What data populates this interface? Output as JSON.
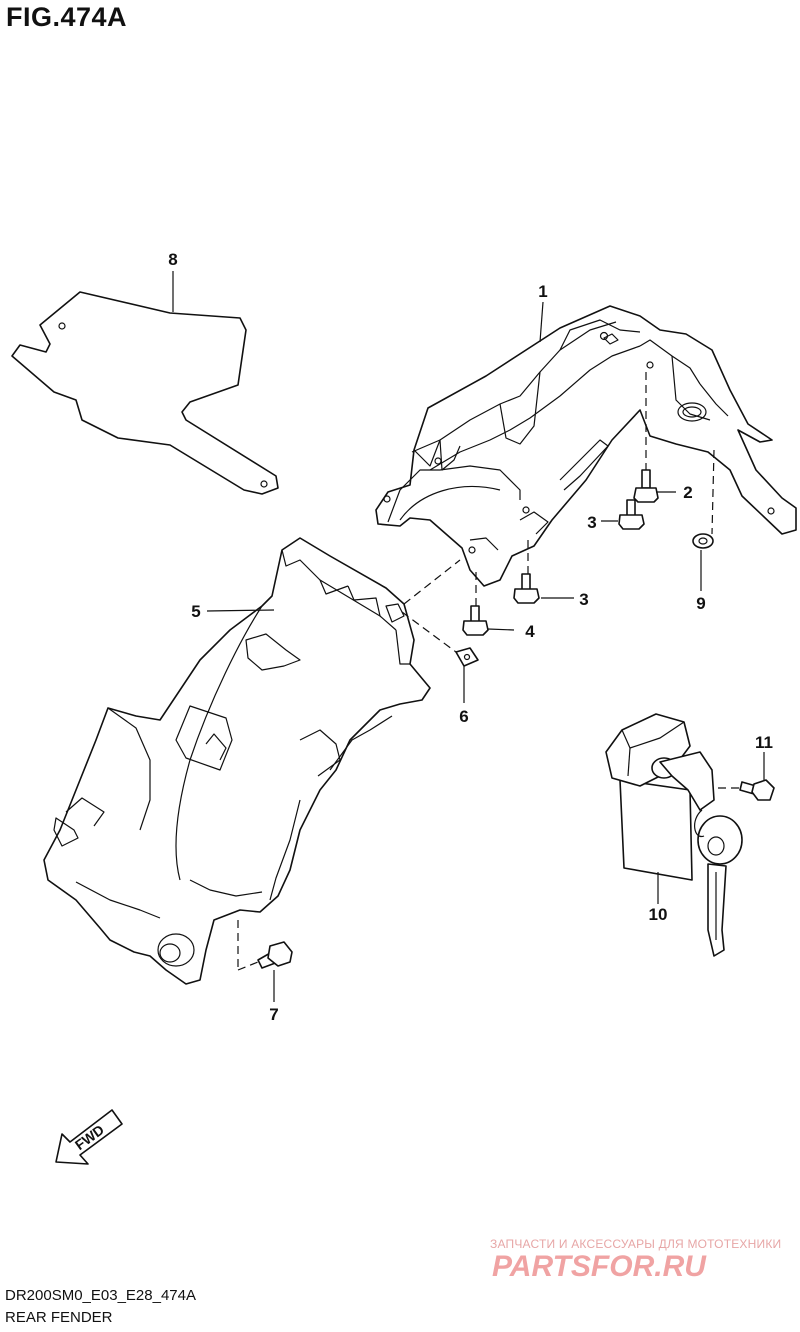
{
  "figure": {
    "title": "FIG.474A",
    "code": "DR200SM0_E03_E28_474A",
    "name": "REAR FENDER"
  },
  "callouts": [
    {
      "id": "1",
      "label": "1"
    },
    {
      "id": "2",
      "label": "2"
    },
    {
      "id": "3a",
      "label": "3"
    },
    {
      "id": "3b",
      "label": "3"
    },
    {
      "id": "4",
      "label": "4"
    },
    {
      "id": "5",
      "label": "5"
    },
    {
      "id": "6",
      "label": "6"
    },
    {
      "id": "7",
      "label": "7"
    },
    {
      "id": "8",
      "label": "8"
    },
    {
      "id": "9",
      "label": "9"
    },
    {
      "id": "10",
      "label": "10"
    },
    {
      "id": "11",
      "label": "11"
    }
  ],
  "fwd_arrow": {
    "label": "FWD"
  },
  "watermark": {
    "tagline": "ЗАПЧАСТИ И АКСЕССУАРЫ ДЛЯ МОТОТЕХНИКИ",
    "logo": "PARTSFOR.RU"
  }
}
